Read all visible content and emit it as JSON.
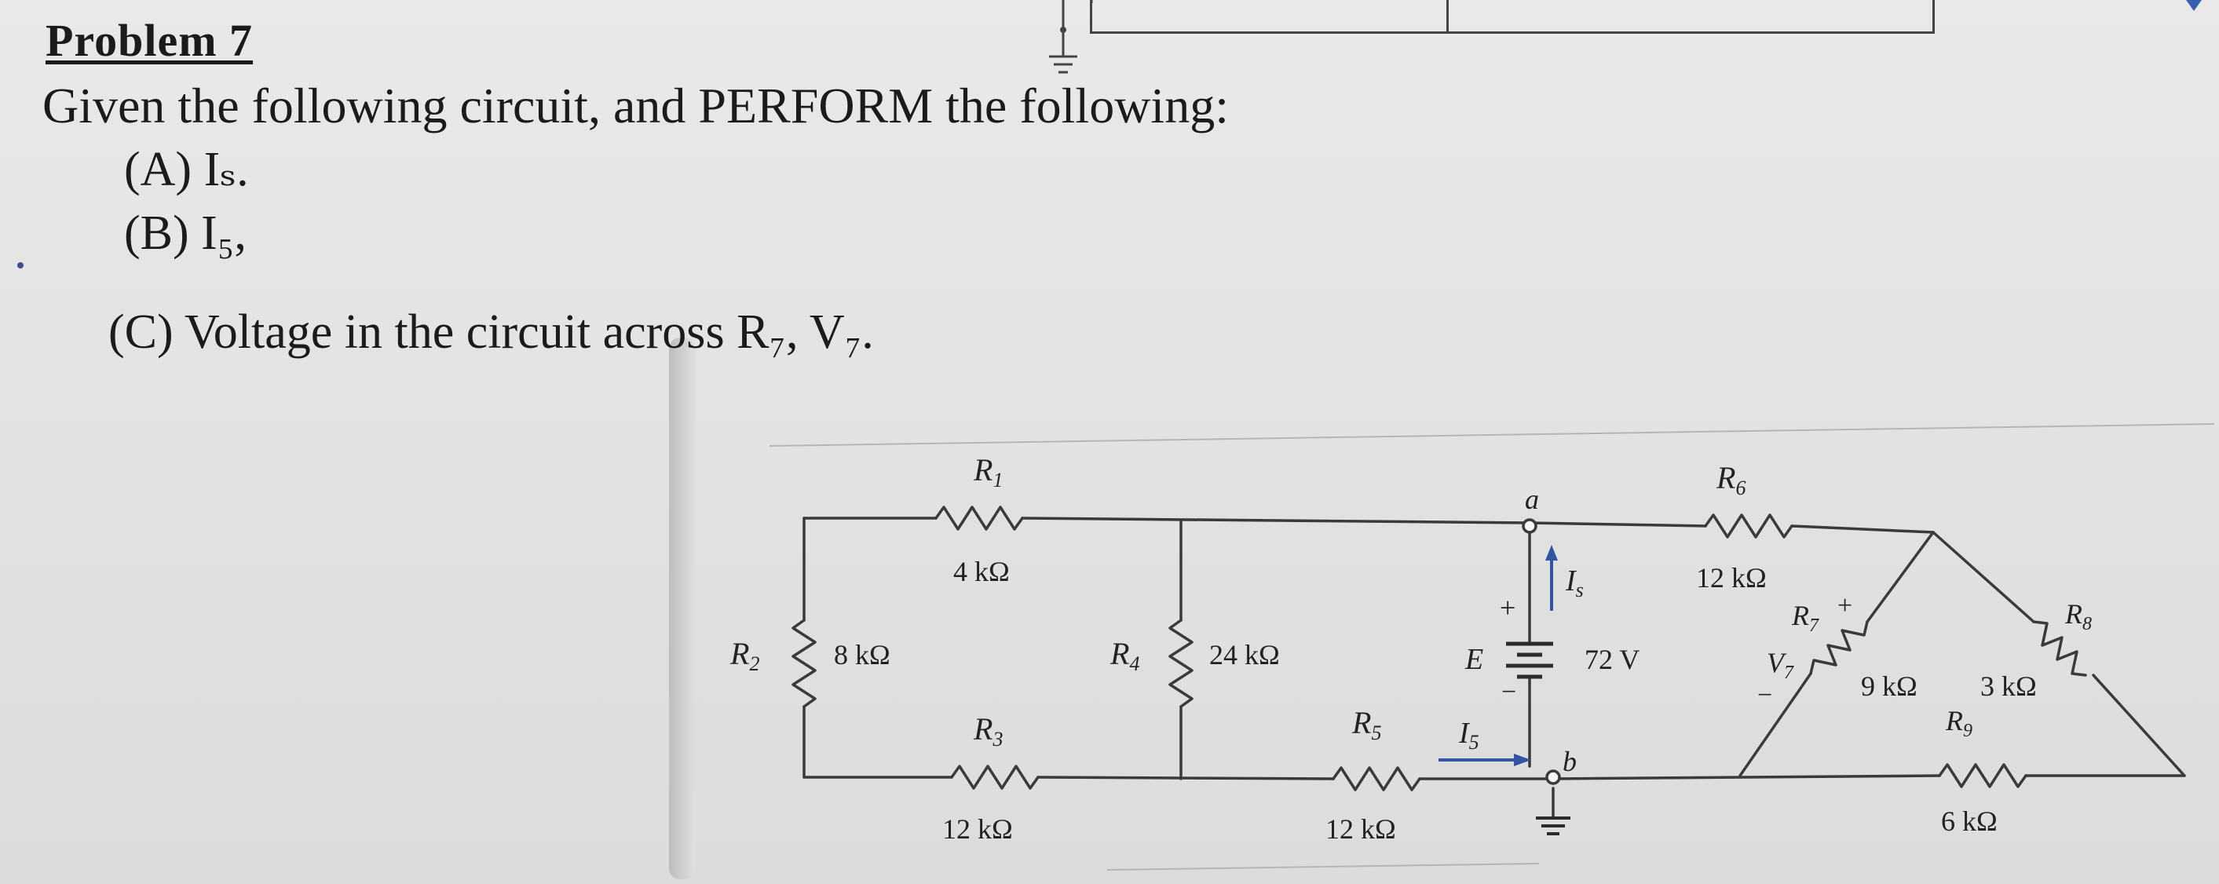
{
  "problem": {
    "title": "Problem 7",
    "intro": "Given the following circuit, and PERFORM the following:",
    "parts": {
      "a": "(A) Iₛ.",
      "b": "(B) I₅,",
      "c": "(C) Voltage in the circuit across R₇,  V₇."
    }
  },
  "circuit": {
    "nodes": {
      "a": "a",
      "b": "b"
    },
    "source": {
      "name": "E",
      "value": "72 V",
      "plus": "+",
      "minus": "−"
    },
    "currents": {
      "is_symbol": "I",
      "is_sub": "s",
      "i5_symbol": "I",
      "i5_sub": "5"
    },
    "resistors": {
      "r1": {
        "name": "R",
        "sub": "1",
        "value": "4 kΩ"
      },
      "r2": {
        "name": "R",
        "sub": "2",
        "value": "8 kΩ"
      },
      "r3": {
        "name": "R",
        "sub": "3",
        "value": "12 kΩ"
      },
      "r4": {
        "name": "R",
        "sub": "4",
        "value": "24 kΩ"
      },
      "r5": {
        "name": "R",
        "sub": "5",
        "value": "12 kΩ"
      },
      "r6": {
        "name": "R",
        "sub": "6",
        "value": "12 kΩ"
      },
      "r7": {
        "name": "R",
        "sub": "7",
        "value": "9 kΩ"
      },
      "r8": {
        "name": "R",
        "sub": "8",
        "value": "3 kΩ"
      },
      "r9": {
        "name": "R",
        "sub": "9",
        "value": "6 kΩ"
      }
    },
    "v7": {
      "name": "V",
      "sub": "7",
      "plus": "+",
      "minus": "−"
    }
  },
  "colors": {
    "ink": "#1b1b1b",
    "wire": "#3a3a3a",
    "current_arrow": "#2f55a4",
    "paper": "#e6e6e4"
  }
}
